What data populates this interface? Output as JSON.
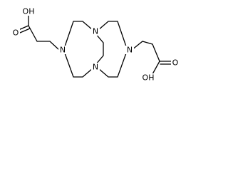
{
  "molecule": {
    "atoms": {
      "n_top": "N",
      "n_bottom": "N",
      "n_left": "N",
      "n_right": "N",
      "acid_left_oh": "OH",
      "acid_left_o": "O",
      "acid_right_oh": "OH",
      "acid_right_o": "O"
    }
  },
  "colors": {
    "bond": "#000000",
    "label": "#000000",
    "background": "#ffffff"
  }
}
